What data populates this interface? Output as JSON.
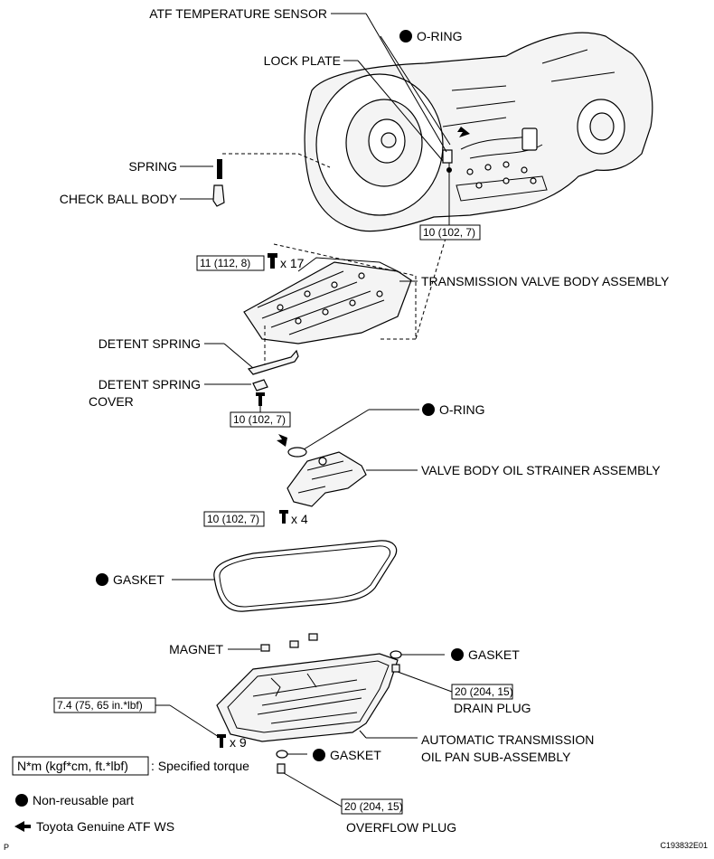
{
  "labels": {
    "atf_temp_sensor": "ATF TEMPERATURE SENSOR",
    "o_ring_top": "O-RING",
    "lock_plate": "LOCK PLATE",
    "spring": "SPRING",
    "check_ball_body": "CHECK BALL BODY",
    "valve_body": "TRANSMISSION VALVE BODY ASSEMBLY",
    "detent_spring": "DETENT SPRING",
    "detent_spring_cover_1": "DETENT SPRING",
    "detent_spring_cover_2": "COVER",
    "o_ring_mid": "O-RING",
    "oil_strainer": "VALVE BODY OIL STRAINER ASSEMBLY",
    "gasket_pan": "GASKET",
    "magnet": "MAGNET",
    "gasket_drain": "GASKET",
    "drain_plug": "DRAIN PLUG",
    "oil_pan_1": "AUTOMATIC TRANSMISSION",
    "oil_pan_2": "OIL PAN SUB-ASSEMBLY",
    "gasket_overflow": "GASKET",
    "overflow_plug": "OVERFLOW PLUG"
  },
  "torques": {
    "sensor": "10 (102, 7)",
    "valve_body": "11 (112, 8)",
    "detent": "10 (102, 7)",
    "strainer": "10 (102, 7)",
    "oil_pan": "7.4 (75, 65 in.*lbf)",
    "drain": "20 (204, 15)",
    "overflow": "20 (204, 15)"
  },
  "quantities": {
    "valve_body_bolts": "x 17",
    "strainer_bolts": "x 4",
    "oil_pan_bolts": "x 9"
  },
  "legend": {
    "torque_unit": "N*m (kgf*cm, ft.*lbf)",
    "torque_desc": ": Specified torque",
    "non_reusable": "Non-reusable part",
    "atf": "Toyota Genuine ATF WS"
  },
  "footer": {
    "corner_letter": "P",
    "figure_code": "C193832E01"
  },
  "icons": [
    "non-reusable-dot-icon",
    "apply-atf-arrow-icon"
  ]
}
